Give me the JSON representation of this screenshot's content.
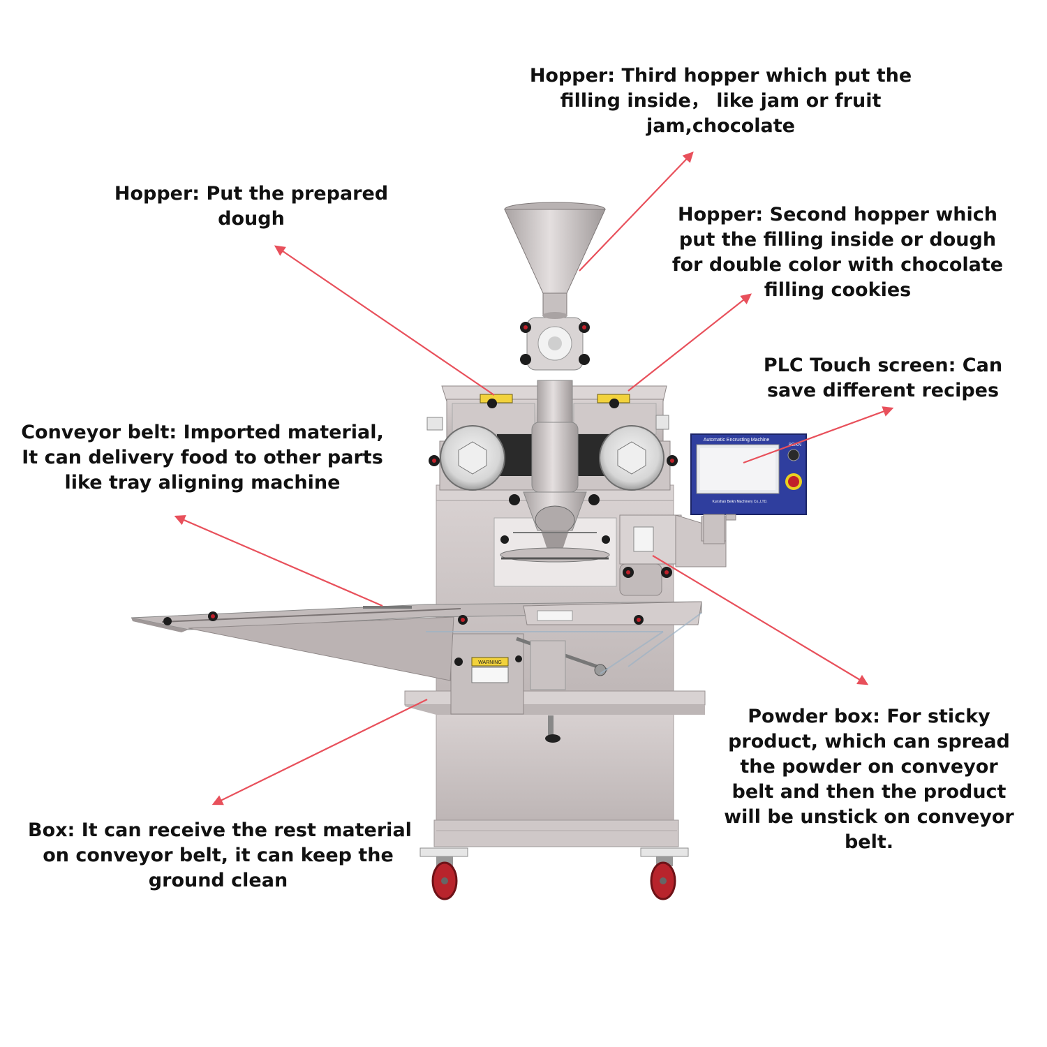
{
  "colors": {
    "arrow": "#e8505b",
    "steel": "#c9c2c2",
    "knob": "#1c1c1c",
    "knob_accent": "#c0202a",
    "panel": "#2f3e9e",
    "wheel": "#b8242c"
  },
  "icons": [
    "arrow-icon",
    "knob-icon",
    "caster-wheel-icon",
    "emergency-stop-icon",
    "warning-sticker-icon"
  ],
  "machine_panel": {
    "title": "Automatic Encrusting Machine",
    "brand": "BEIKN",
    "company": "Kunshan Beikn Machinery Co.,LTD.",
    "warning": "WARNING"
  },
  "annotations": {
    "third_hopper": [
      "Hopper: Third hopper which put the",
      "filling inside，  like jam or fruit",
      "jam,chocolate"
    ],
    "dough_hopper": [
      "Hopper: Put the prepared",
      "dough"
    ],
    "second_hopper": [
      "Hopper: Second hopper which",
      "put the filling inside or dough",
      "for double color with chocolate",
      "filling cookies"
    ],
    "plc": [
      "PLC Touch screen: Can",
      "save different recipes"
    ],
    "conveyor": [
      "Conveyor belt: Imported material,",
      "It can delivery food to other parts",
      "like tray aligning machine"
    ],
    "powder_box": [
      "Powder box: For sticky",
      "product, which can spread",
      "the powder on conveyor",
      "belt and then the product",
      "will be unstick on conveyor",
      "belt."
    ],
    "box": [
      "Box: It can receive the rest material",
      "on conveyor belt, it can keep the",
      "ground clean"
    ]
  }
}
